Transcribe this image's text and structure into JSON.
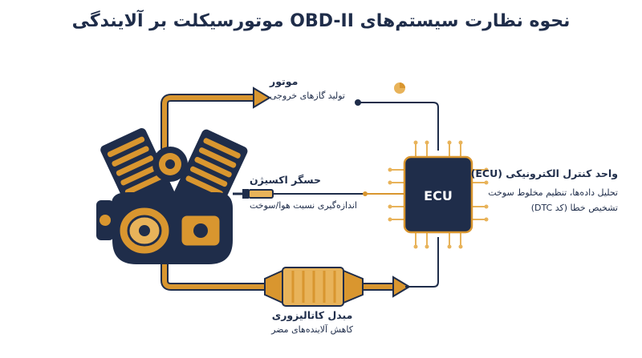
{
  "title": "نحوه نظارت سیستم‌های OBD-II موتورسیکلت بر آلایندگی",
  "engine_node": {
    "heading": "موتور",
    "sub": "تولید گازهای خروجی"
  },
  "sensor_node": {
    "heading": "حسگر اکسیژن",
    "sub": "اندازه‌گیری نسبت هوا/سوخت"
  },
  "ecu_node": {
    "chip_label": "ECU",
    "heading": "واحد کنترل الکترونیکی (ECU)",
    "line1": "تحلیل داده‌ها، تنظیم مخلوط سوخت",
    "line2": "تشخیص خطا (کد DTC)"
  },
  "catalyst_node": {
    "heading": "مبدل کاتالیزوری",
    "sub": "کاهش آلاینده‌های مضر"
  },
  "colors": {
    "navy": "#1f2d4a",
    "orange": "#d9962f",
    "light_orange": "#e8b35a"
  }
}
